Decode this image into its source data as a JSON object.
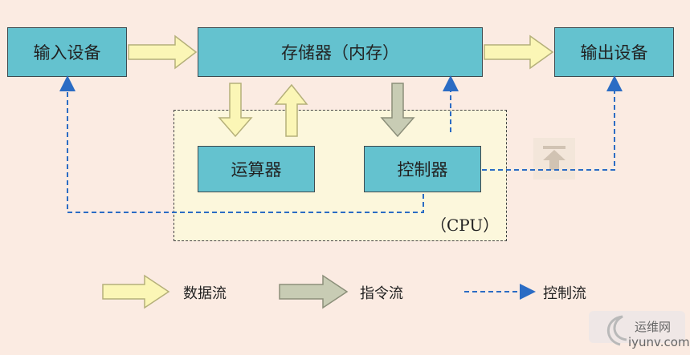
{
  "diagram": {
    "nodes": {
      "input": "输入设备",
      "memory": "存储器（内存）",
      "output": "输出设备",
      "alu": "运算器",
      "controller": "控制器"
    },
    "cpu_label": "（CPU）",
    "legend": {
      "data_flow": "数据流",
      "instruction_flow": "指令流",
      "control_flow": "控制流"
    },
    "colors": {
      "box_fill": "#64c2cf",
      "cpu_fill": "#fcf7dc",
      "background": "#fbebe2",
      "data_arrow": "#fbf6b6",
      "instruction_arrow": "#c8ccb4",
      "control_line": "#2b6cc4"
    }
  },
  "watermark": {
    "site_name": "运维网",
    "site_url": "iyunv.com"
  }
}
